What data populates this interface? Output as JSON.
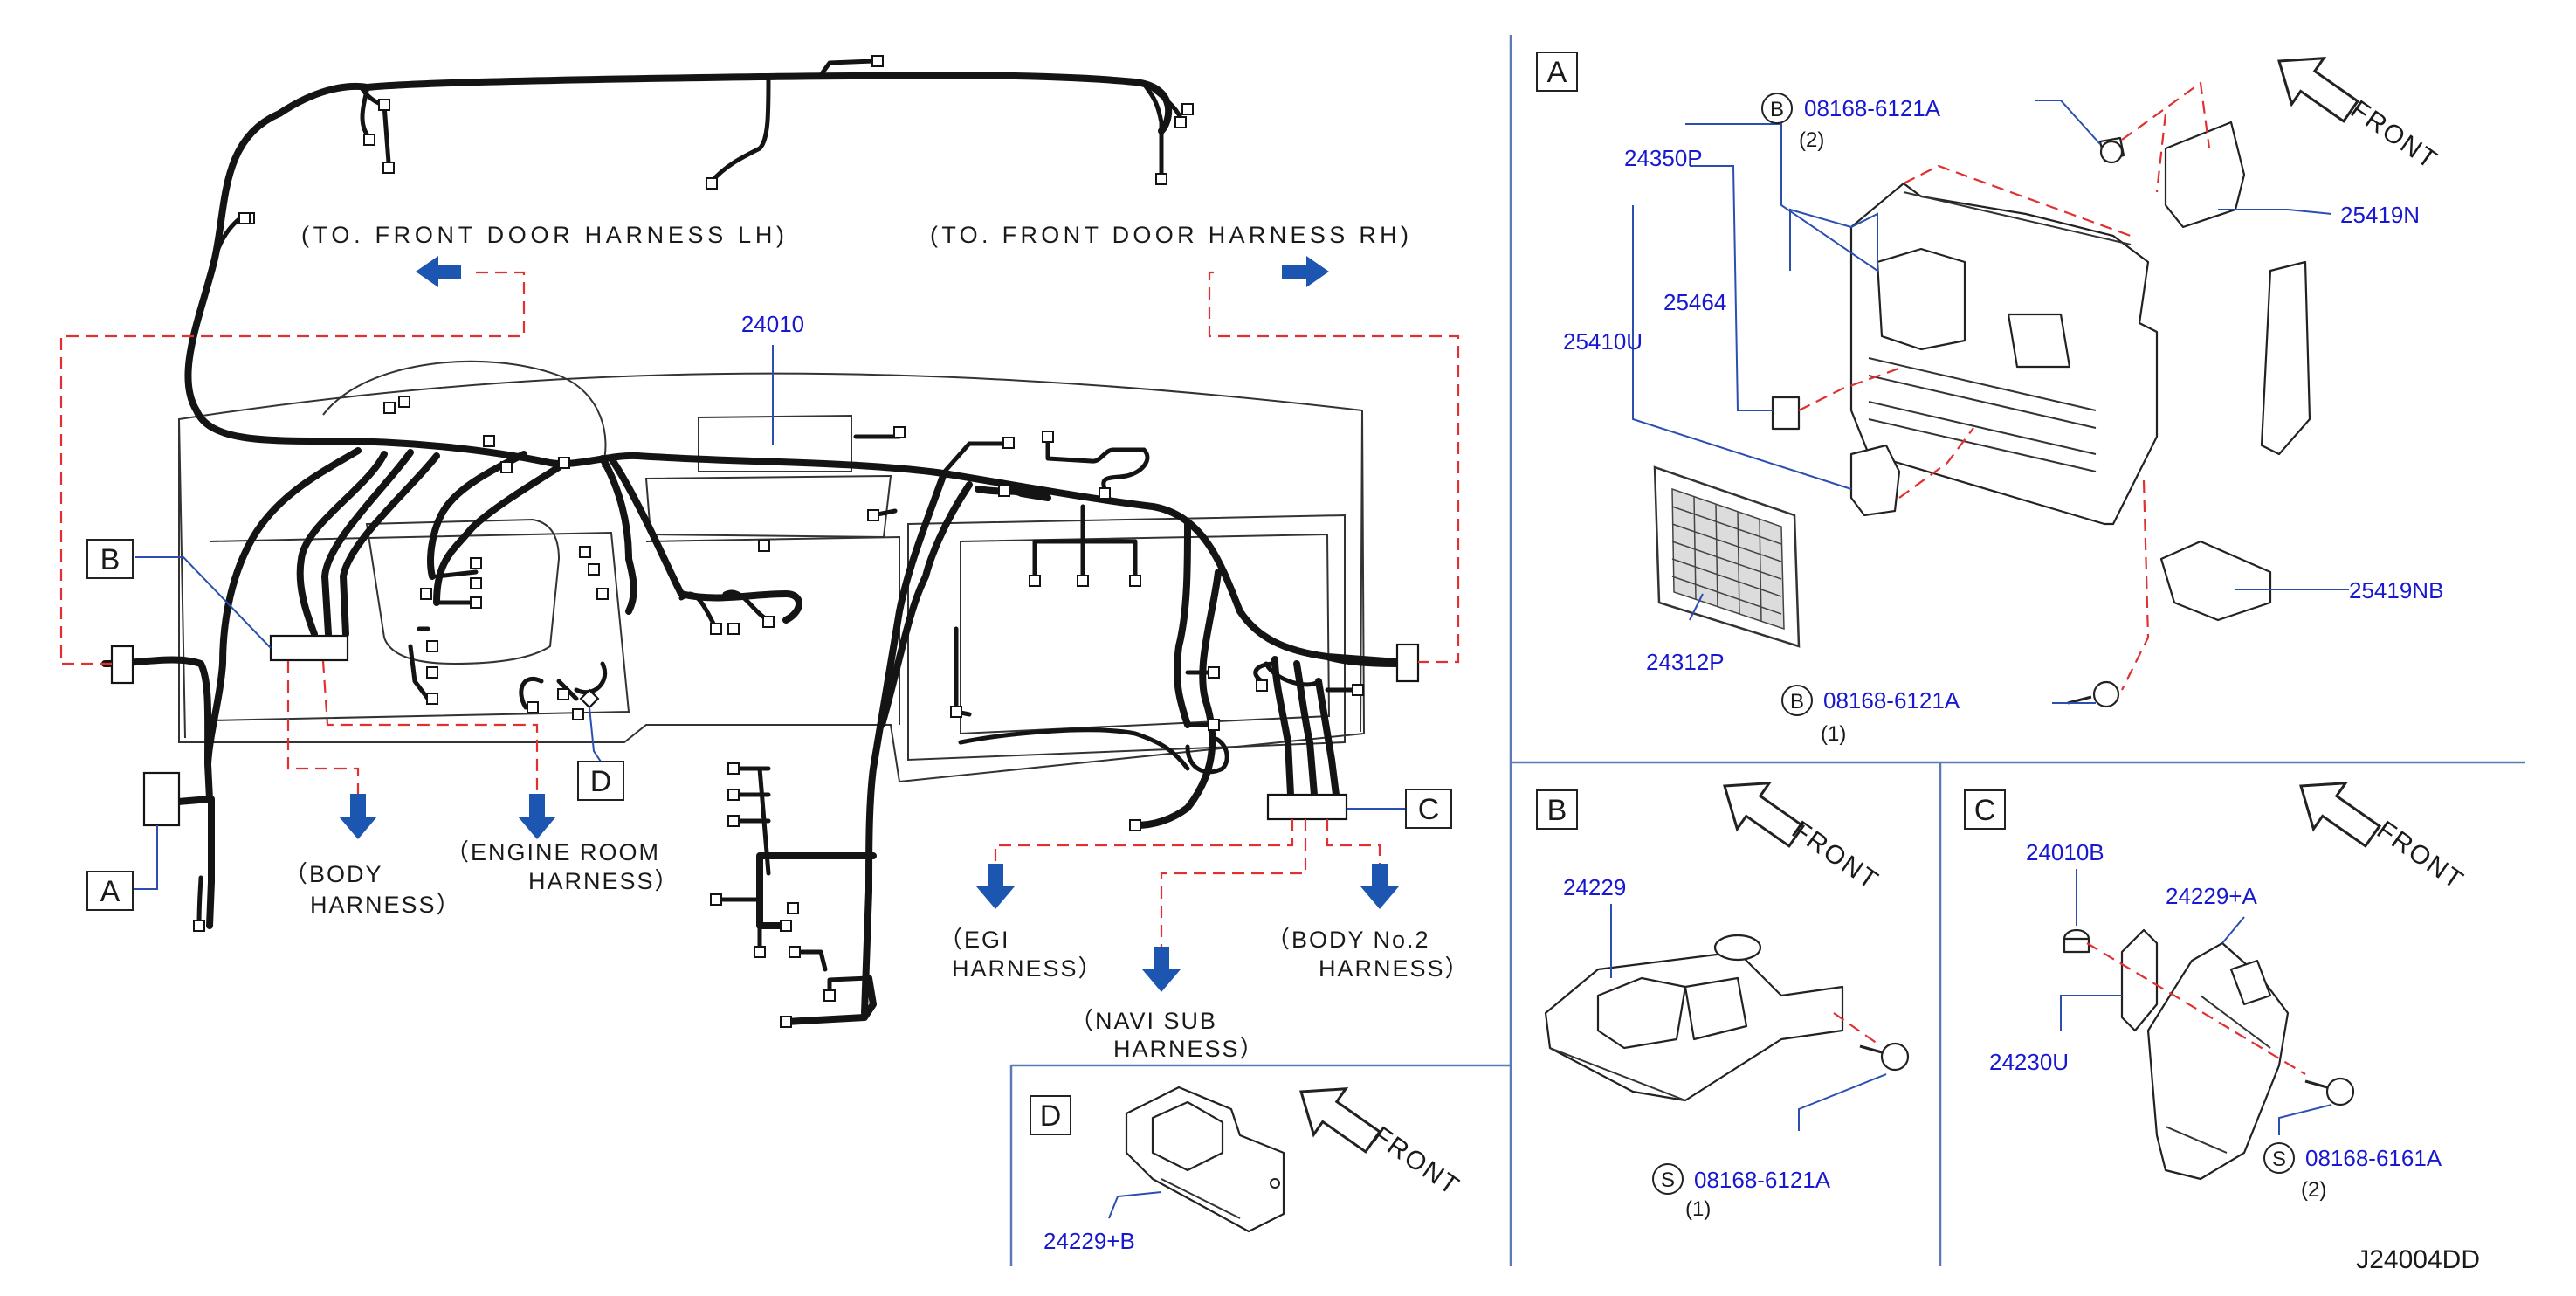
{
  "diagram_code": "J24004DD",
  "main": {
    "harness_lh": "(TO. FRONT DOOR HARNESS LH)",
    "harness_rh": "(TO. FRONT DOOR HARNESS RH)",
    "main_part": "24010",
    "callouts": [
      "A",
      "B",
      "C",
      "D"
    ],
    "body_harness_1": "（BODY",
    "body_harness_2": "HARNESS）",
    "engine_room_1": "（ENGINE  ROOM",
    "engine_room_2": "HARNESS）",
    "egi_1": "（EGI",
    "egi_2": "HARNESS）",
    "navi_1": "（NAVI  SUB",
    "navi_2": "HARNESS）",
    "body_no2_1": "（BODY  No.2",
    "body_no2_2": "HARNESS）"
  },
  "panels": {
    "a": {
      "title": "A",
      "front": "FRONT",
      "parts": {
        "p24350p": "24350P",
        "p25464": "25464",
        "p25410u": "25410U",
        "p24312p": "24312P",
        "p25419n": "25419N",
        "p25419nb": "25419NB"
      },
      "bolt_top": {
        "mark": "B",
        "part": "08168-6121A",
        "qty": "(2)"
      },
      "bolt_bottom": {
        "mark": "B",
        "part": "08168-6121A",
        "qty": "(1)"
      }
    },
    "b": {
      "title": "B",
      "front": "FRONT",
      "part": "24229",
      "bolt": {
        "mark": "S",
        "part": "08168-6121A",
        "qty": "(1)"
      }
    },
    "c": {
      "title": "C",
      "front": "FRONT",
      "parts": {
        "p24010b": "24010B",
        "p24229a": "24229+A",
        "p24230u": "24230U"
      },
      "bolt": {
        "mark": "S",
        "part": "08168-6161A",
        "qty": "(2)"
      }
    },
    "d": {
      "title": "D",
      "front": "FRONT",
      "part": "24229+B"
    }
  },
  "colors": {
    "part_number_blue": "#1818d0",
    "arrow_blue": "#1c56b0",
    "dash_red": "#e03030",
    "panel_border": "#5a7ab8"
  }
}
